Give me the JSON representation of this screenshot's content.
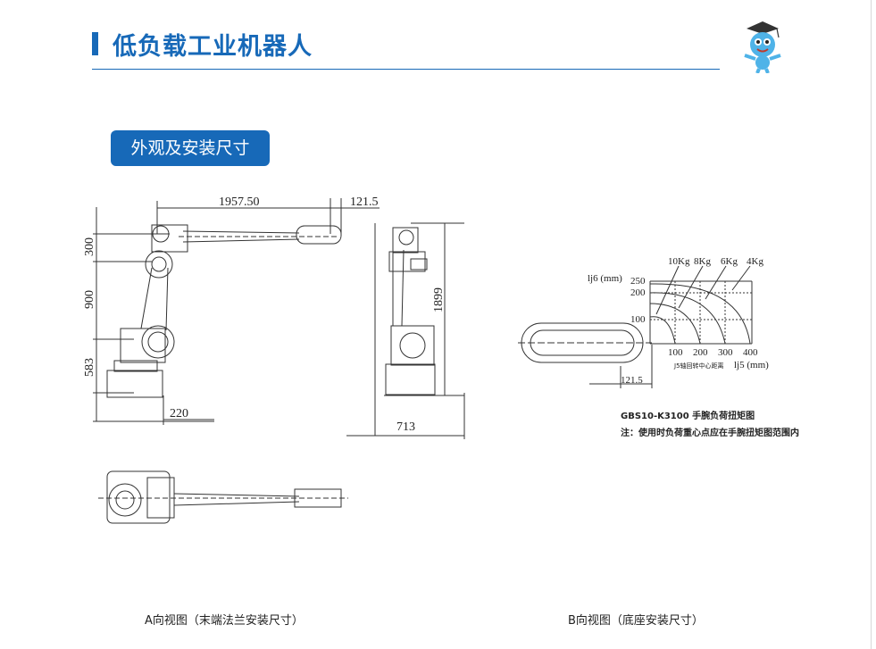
{
  "header": {
    "title": "低负载工业机器人",
    "accent_color": "#1769b8"
  },
  "section": {
    "label": "外观及安装尺寸"
  },
  "side_view": {
    "dim_reach": "1957.50",
    "dim_flange": "121.5",
    "dim_300": "300",
    "dim_900": "900",
    "dim_583": "583",
    "dim_220": "220"
  },
  "front_view": {
    "dim_height": "1899",
    "dim_width": "713"
  },
  "torque_chart": {
    "y_axis_label": "lj6 (mm)",
    "x_axis_label": "lj5 (mm)",
    "x_sub_label": "J5轴回转中心距离",
    "y_ticks": [
      "250",
      "200",
      "100"
    ],
    "x_ticks": [
      "100",
      "200",
      "300",
      "400"
    ],
    "loads": [
      "10Kg",
      "8Kg",
      "6Kg",
      "4Kg"
    ],
    "dim_flange": "121.5",
    "caption": "GBS10-K3100 手腕负荷扭矩图",
    "note": "注：使用时负荷重心点应在手腕扭矩图范围内"
  },
  "captions": {
    "view_a": "A向视图（末端法兰安装尺寸）",
    "view_b": "B向视图（底座安装尺寸）"
  }
}
